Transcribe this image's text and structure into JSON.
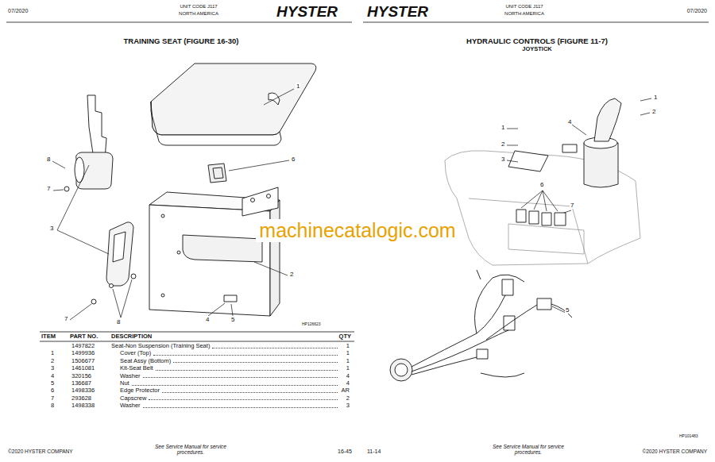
{
  "diagram": {
    "labels": [
      "07/2020",
      "UNIT CODE J117",
      "NORTH AMERICA",
      "HYSTER",
      "TRAINING SEAT (FIGURE 16-30)",
      "1",
      "6",
      "8",
      "7",
      "3",
      "2",
      "7",
      "8",
      "4",
      "5",
      "HP126623",
      "ITEM",
      "PART NO.",
      "DESCRIPTION",
      "QTY",
      "1497822",
      "Seat-Non Suspension (Training Seat)",
      "1",
      "1",
      "1499936",
      "Cover (Top)",
      "1",
      "2",
      "1506677",
      "Seat Assy (Bottom)",
      "1",
      "3",
      "1461081",
      "Kit-Seat Belt",
      "1",
      "4",
      "320156",
      "Washer",
      "4",
      "5",
      "136687",
      "Nut",
      "4",
      "6",
      "1498336",
      "Edge Protector",
      "AR",
      "7",
      "293628",
      "Capscrew",
      "2",
      "8",
      "1498338",
      "Washer",
      "3",
      "©2020 HYSTER COMPANY",
      "See Service Manual for service procedures.",
      "16-45",
      "HYSTER",
      "UNIT CODE J117",
      "NORTH AMERICA",
      "07/2020",
      "HYDRAULIC CONTROLS (FIGURE 11-7)",
      "JOYSTICK",
      "1",
      "2",
      "1",
      "2",
      "3",
      "4",
      "6",
      "7",
      "5",
      "HP101483",
      "11-14",
      "See Service Manual for service procedures.",
      "©2020 HYSTER COMPANY",
      "machinecatalogic.com"
    ]
  }
}
